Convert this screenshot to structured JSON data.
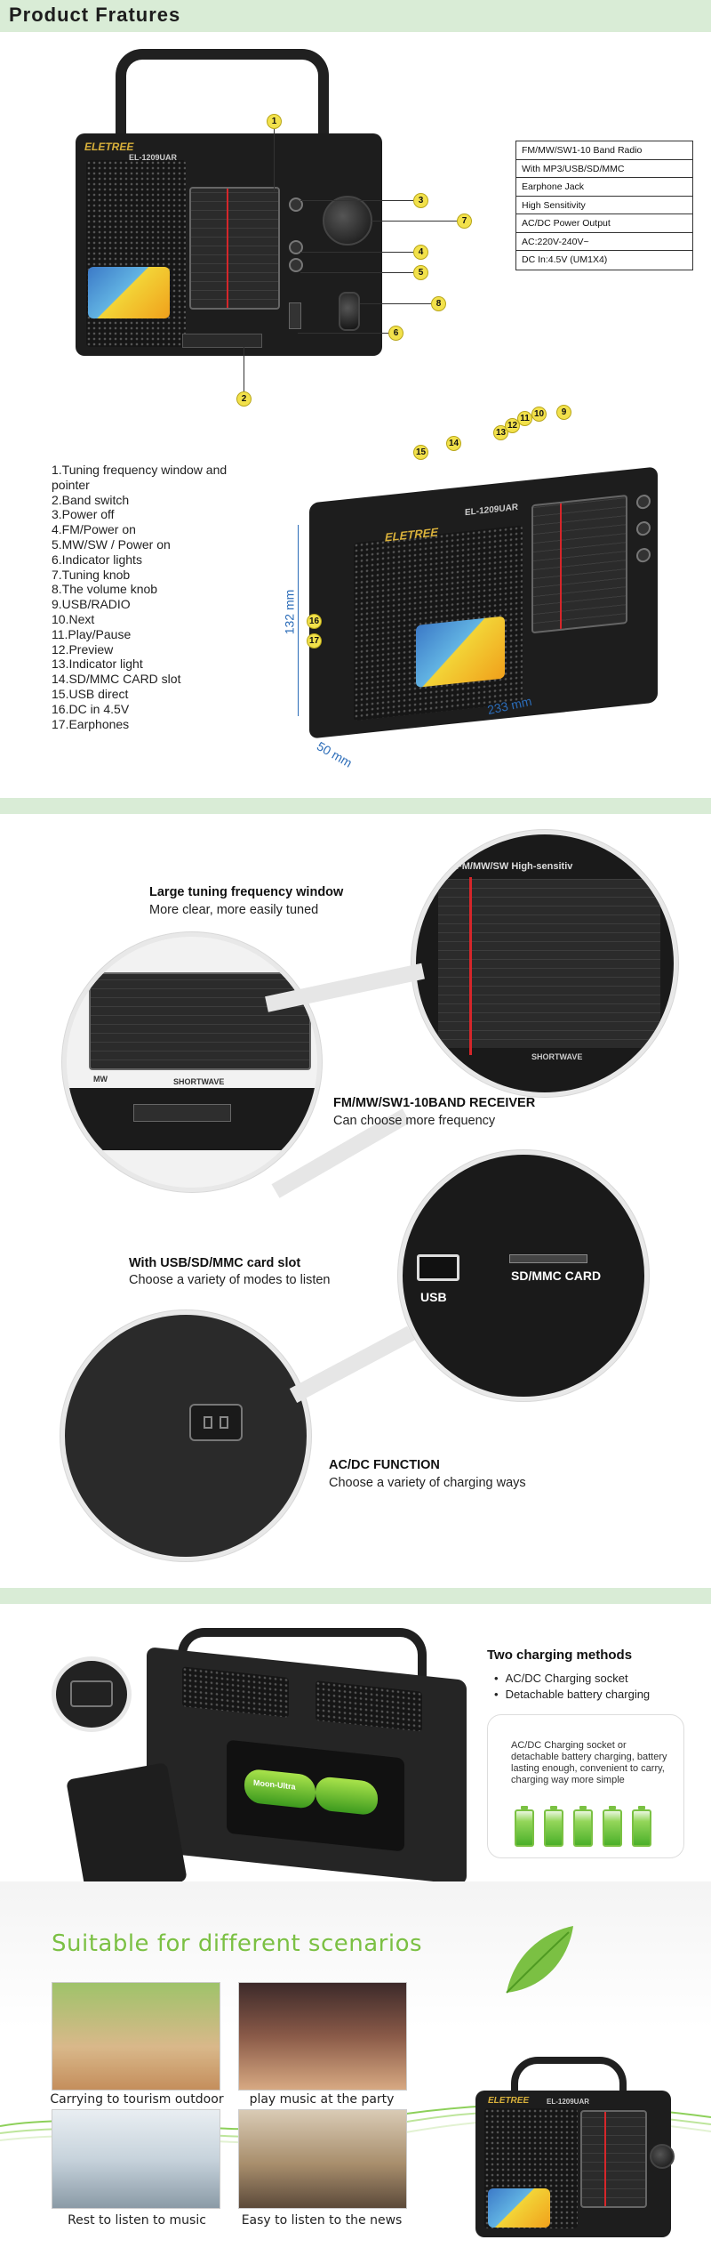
{
  "header": {
    "title": "Product Fratures"
  },
  "hero": {
    "brand": "ELETREE",
    "model": "EL-1209UAR",
    "callouts": [
      "1",
      "2",
      "3",
      "4",
      "5",
      "6",
      "7",
      "8"
    ]
  },
  "specs": [
    "FM/MW/SW1-10   Band Radio",
    "With MP3/USB/SD/MMC",
    "Earphone Jack",
    "High Sensitivity",
    "AC/DC Power Output",
    "AC:220V-240V~",
    "DC In:4.5V (UM1X4)"
  ],
  "parts": [
    "1.Tuning frequency window and pointer",
    "2.Band switch",
    "3.Power off",
    "4.FM/Power on",
    "5.MW/SW / Power on",
    "6.Indicator lights",
    "7.Tuning knob",
    "8.The volume knob",
    "9.USB/RADIO",
    "10.Next",
    "11.Play/Pause",
    "12.Preview",
    "13.Indicator light",
    "14.SD/MMC CARD slot",
    "15.USB direct",
    "16.DC in 4.5V",
    "17.Earphones"
  ],
  "side_view": {
    "brand": "ELETREE",
    "model": "EL-1209UAR",
    "callouts": [
      "15",
      "14",
      "13",
      "12",
      "11",
      "10",
      "9",
      "16",
      "17"
    ],
    "dimensions": {
      "height": "132 mm",
      "width": "233 mm",
      "depth": "50 mm"
    }
  },
  "features": [
    {
      "title": "Large tuning frequency window",
      "desc": "More clear, more easily tuned"
    },
    {
      "title": "FM/MW/SW1-10BAND RECEIVER",
      "desc": "Can choose more frequency"
    },
    {
      "title": "With USB/SD/MMC card slot",
      "desc": "Choose a variety of modes to listen"
    },
    {
      "title": "AC/DC FUNCTION",
      "desc": "Choose a variety of charging ways"
    }
  ],
  "zoom_labels": {
    "usb": "USB",
    "card": "SD/MMC CARD",
    "band_header": "FM/MW/SW High-sensitiv",
    "shortwave": "SHORTWAVE",
    "mw": "MW"
  },
  "charging": {
    "title": "Two charging methods",
    "items": [
      "AC/DC Charging socket",
      "Detachable battery charging"
    ],
    "note": "AC/DC Charging socket or detachable battery charging, battery lasting enough, convenient to carry, charging way more simple",
    "battery_label": "Moon-Ultra"
  },
  "scenarios": {
    "title": "Suitable for different scenarios",
    "captions": [
      "Carrying to tourism outdoor",
      "play music at the party",
      "Rest to listen to music",
      "Easy to listen to the news"
    ]
  },
  "colors": {
    "band": "#d9ecd6",
    "accent_green": "#7bc043",
    "callout": "#f2e14b",
    "dimension_blue": "#2b6cb8",
    "needle": "#d6262a"
  }
}
